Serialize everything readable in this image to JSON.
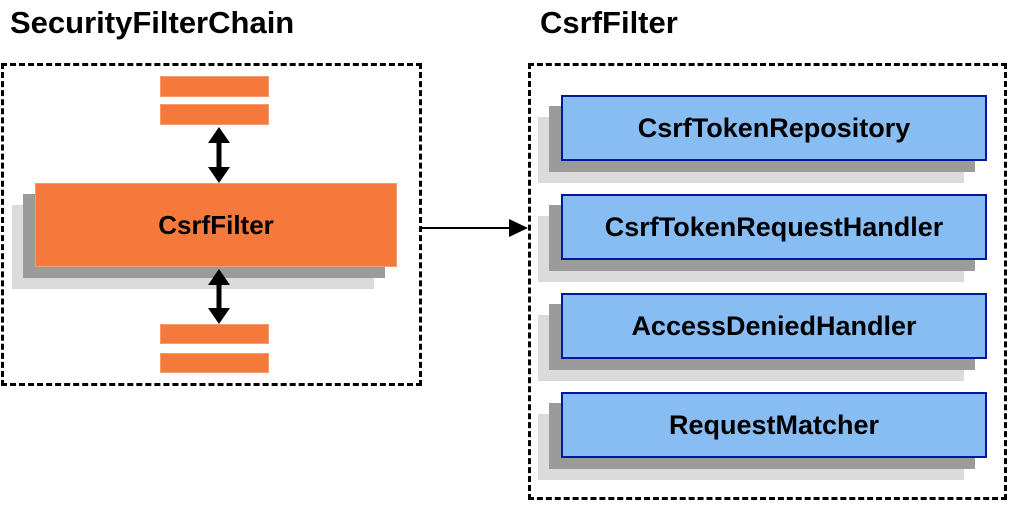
{
  "left_panel": {
    "title": "SecurityFilterChain",
    "main_box_label": "CsrfFilter"
  },
  "right_panel": {
    "title": "CsrfFilter",
    "components": [
      "CsrfTokenRepository",
      "CsrfTokenRequestHandler",
      "AccessDeniedHandler",
      "RequestMatcher"
    ]
  },
  "colors": {
    "orange_fill": "#F5793B",
    "blue_fill": "#87BDF2",
    "blue_border": "#00189D",
    "shadow_dark": "#9B9B9B",
    "shadow_light": "#DBDBDB",
    "arrow": "#000000",
    "text": "#000000",
    "dashed_border": "#000000"
  }
}
